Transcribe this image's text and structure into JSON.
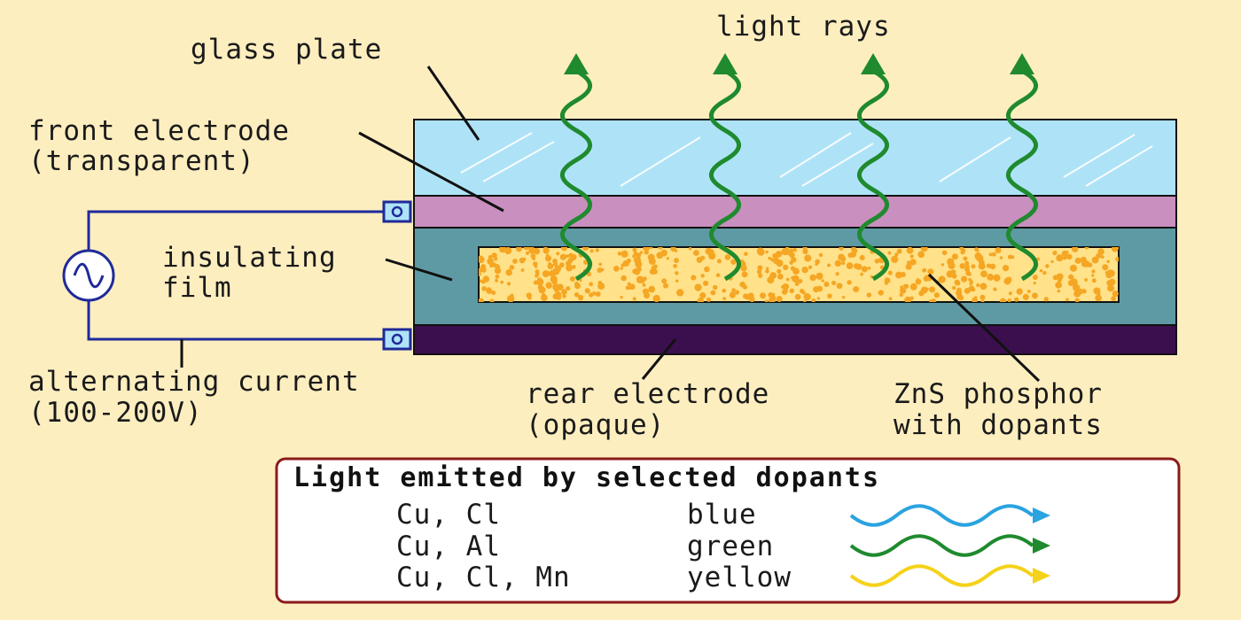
{
  "labels": {
    "glass_plate": "glass plate",
    "light_rays": "light rays",
    "front_electrode_1": "front electrode",
    "front_electrode_2": "(transparent)",
    "insulating_1": "insulating",
    "insulating_2": "film",
    "ac_1": "alternating current",
    "ac_2": "(100-200V)",
    "rear_1": "rear electrode",
    "rear_2": "(opaque)",
    "zns_1": "ZnS phosphor",
    "zns_2": "with dopants"
  },
  "legend": {
    "title": "Light emitted by selected dopants",
    "rows": [
      {
        "dopants": "Cu, Cl",
        "color_name": "blue",
        "color": "#2aa3e0"
      },
      {
        "dopants": "Cu, Al",
        "color_name": "green",
        "color": "#1f8a2e"
      },
      {
        "dopants": "Cu, Cl, Mn",
        "color_name": "yellow",
        "color": "#f5d21a"
      }
    ]
  },
  "colors": {
    "background": "#fdeec0",
    "glass": "#aee3f7",
    "front_electrode": "#c98fbf",
    "insulating_film": "#5e9aa3",
    "phosphor": "#ffe28a",
    "phosphor_dots": "#f5a623",
    "rear_electrode": "#3b0f4d",
    "wire": "#1f2a99",
    "light_ray": "#1f8a2e"
  }
}
